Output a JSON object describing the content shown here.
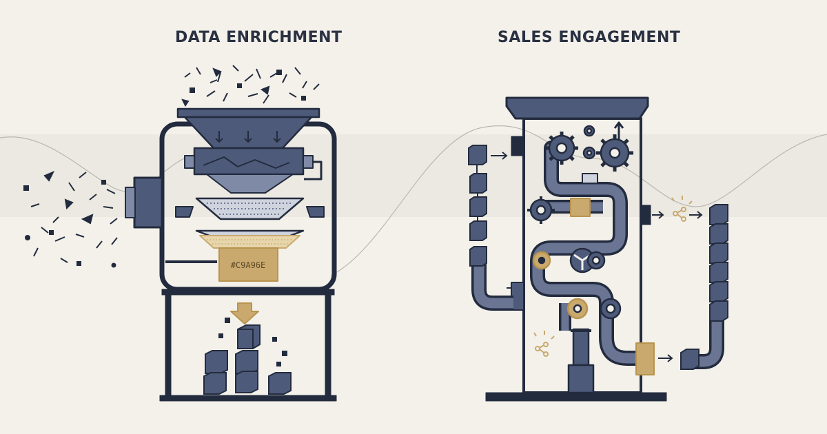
{
  "left_panel": {
    "title": "DATA ENRICHMENT",
    "swatch_label": "#C9A96E"
  },
  "right_panel": {
    "title": "SALES ENGAGEMENT"
  },
  "colors": {
    "background": "#f3f1ea",
    "band": "#ebe9e1",
    "navy": "#232b3e",
    "slate": "#4e5a7a",
    "slate_light": "#7f8aa6",
    "gold": "#c9a96e"
  },
  "icons": [
    "hopper-machine",
    "gear",
    "pipe",
    "cube",
    "share-node",
    "arrow"
  ]
}
